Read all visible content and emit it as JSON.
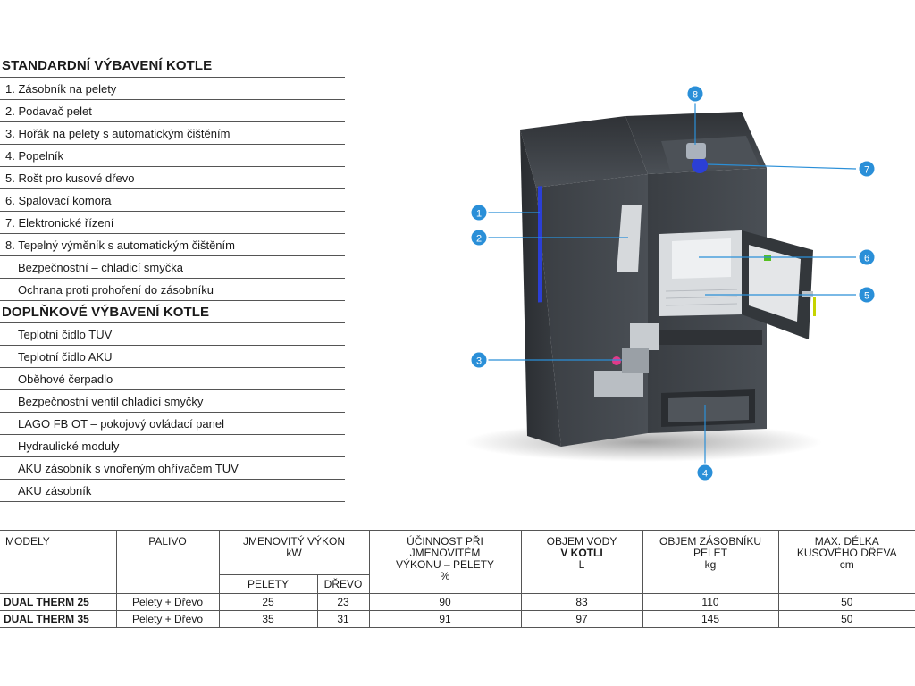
{
  "standard": {
    "title": "STANDARDNÍ VÝBAVENÍ KOTLE",
    "items": [
      "1. Zásobník na pelety",
      "2. Podavač pelet",
      "3. Hořák na pelety s automatickým čištěním",
      "4. Popelník",
      "5. Rošt pro kusové dřevo",
      "6. Spalovací komora",
      "7. Elektronické řízení",
      "8. Tepelný výměník s automatickým čištěním"
    ],
    "subitems": [
      "Bezpečnostní – chladicí smyčka",
      "Ochrana proti prohoření do zásobníku"
    ]
  },
  "optional": {
    "title": "DOPLŇKOVÉ VÝBAVENÍ KOTLE",
    "items": [
      "Teplotní čidlo TUV",
      "Teplotní čidlo AKU",
      "Oběhové čerpadlo",
      "Bezpečnostní ventil chladicí smyčky",
      "LAGO FB OT – pokojový ovládací panel",
      "Hydraulické moduly",
      "AKU zásobník s vnořeným ohřívačem TUV",
      "AKU  zásobník"
    ]
  },
  "callouts": [
    "1",
    "2",
    "3",
    "4",
    "5",
    "6",
    "7",
    "8"
  ],
  "table": {
    "headers": {
      "model": "MODELY",
      "fuel": "PALIVO",
      "power_line1": "JMENOVITÝ VÝKON",
      "power_unit": "kW",
      "power_sub_pellets": "PELETY",
      "power_sub_wood": "DŘEVO",
      "efficiency_line1": "ÚČINNOST PŘI JMENOVITÉM",
      "efficiency_line2": "VÝKONU – PELETY",
      "efficiency_unit": "%",
      "water_line1": "OBJEM VODY",
      "water_line2": "V KOTLI",
      "water_unit": "L",
      "hopper_line1": "OBJEM ZÁSOBNÍKU",
      "hopper_line2": "PELET",
      "hopper_unit": "kg",
      "length_line1": "MAX. DÉLKA",
      "length_line2": "KUSOVÉHO DŘEVA",
      "length_unit": "cm"
    },
    "rows": [
      {
        "model": "DUAL THERM 25",
        "fuel": "Pelety + Dřevo",
        "pellets": "25",
        "wood": "23",
        "efficiency": "90",
        "water": "83",
        "hopper": "110",
        "length": "50"
      },
      {
        "model": "DUAL THERM 35",
        "fuel": "Pelety + Dřevo",
        "pellets": "35",
        "wood": "31",
        "efficiency": "91",
        "water": "97",
        "hopper": "145",
        "length": "50"
      }
    ]
  },
  "colors": {
    "callout": "#2a8fd8",
    "boiler_body": "#3e4247",
    "boiler_dark": "#2a2d31",
    "accent_blue": "#2b3fd6"
  }
}
